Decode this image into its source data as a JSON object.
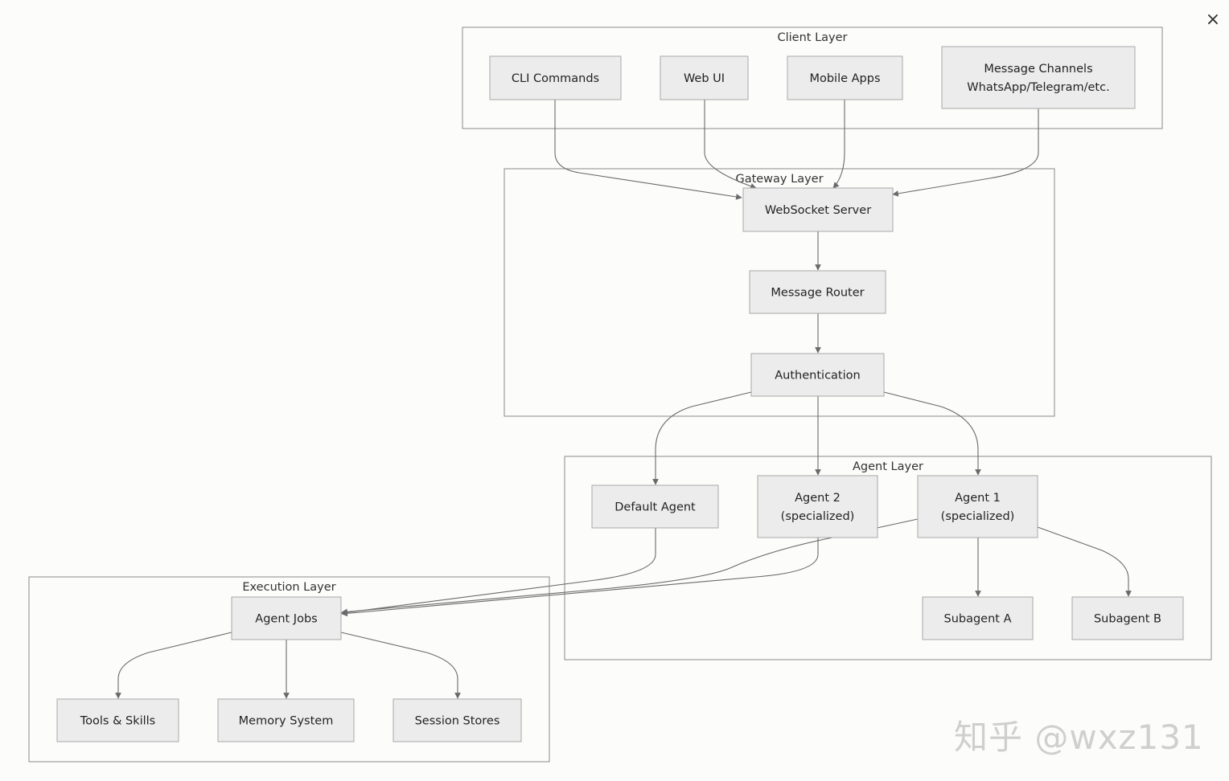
{
  "close_label": "×",
  "watermark": "知乎 @wxz131",
  "clusters": [
    {
      "id": "client",
      "label": "Client Layer"
    },
    {
      "id": "gateway",
      "label": "Gateway Layer"
    },
    {
      "id": "agent",
      "label": "Agent Layer"
    },
    {
      "id": "execution",
      "label": "Execution Layer"
    }
  ],
  "nodes": [
    {
      "id": "cli",
      "lines": [
        "CLI Commands"
      ]
    },
    {
      "id": "webui",
      "lines": [
        "Web UI"
      ]
    },
    {
      "id": "mobile",
      "lines": [
        "Mobile Apps"
      ]
    },
    {
      "id": "msgch",
      "lines": [
        "Message Channels",
        "WhatsApp/Telegram/etc."
      ]
    },
    {
      "id": "ws",
      "lines": [
        "WebSocket Server"
      ]
    },
    {
      "id": "router",
      "lines": [
        "Message Router"
      ]
    },
    {
      "id": "auth",
      "lines": [
        "Authentication"
      ]
    },
    {
      "id": "default",
      "lines": [
        "Default Agent"
      ]
    },
    {
      "id": "agent2",
      "lines": [
        "Agent 2",
        "(specialized)"
      ]
    },
    {
      "id": "agent1",
      "lines": [
        "Agent 1",
        "(specialized)"
      ]
    },
    {
      "id": "subA",
      "lines": [
        "Subagent A"
      ]
    },
    {
      "id": "subB",
      "lines": [
        "Subagent B"
      ]
    },
    {
      "id": "jobs",
      "lines": [
        "Agent Jobs"
      ]
    },
    {
      "id": "tools",
      "lines": [
        "Tools & Skills"
      ]
    },
    {
      "id": "memory",
      "lines": [
        "Memory System"
      ]
    },
    {
      "id": "sessions",
      "lines": [
        "Session Stores"
      ]
    }
  ],
  "edges": [
    {
      "from": "cli",
      "to": "ws"
    },
    {
      "from": "webui",
      "to": "ws"
    },
    {
      "from": "mobile",
      "to": "ws"
    },
    {
      "from": "msgch",
      "to": "ws"
    },
    {
      "from": "ws",
      "to": "router"
    },
    {
      "from": "router",
      "to": "auth"
    },
    {
      "from": "auth",
      "to": "default"
    },
    {
      "from": "auth",
      "to": "agent2"
    },
    {
      "from": "auth",
      "to": "agent1"
    },
    {
      "from": "agent1",
      "to": "subA"
    },
    {
      "from": "agent1",
      "to": "subB"
    },
    {
      "from": "default",
      "to": "jobs"
    },
    {
      "from": "agent2",
      "to": "jobs"
    },
    {
      "from": "agent1",
      "to": "jobs"
    },
    {
      "from": "jobs",
      "to": "tools"
    },
    {
      "from": "jobs",
      "to": "memory"
    },
    {
      "from": "jobs",
      "to": "sessions"
    }
  ]
}
